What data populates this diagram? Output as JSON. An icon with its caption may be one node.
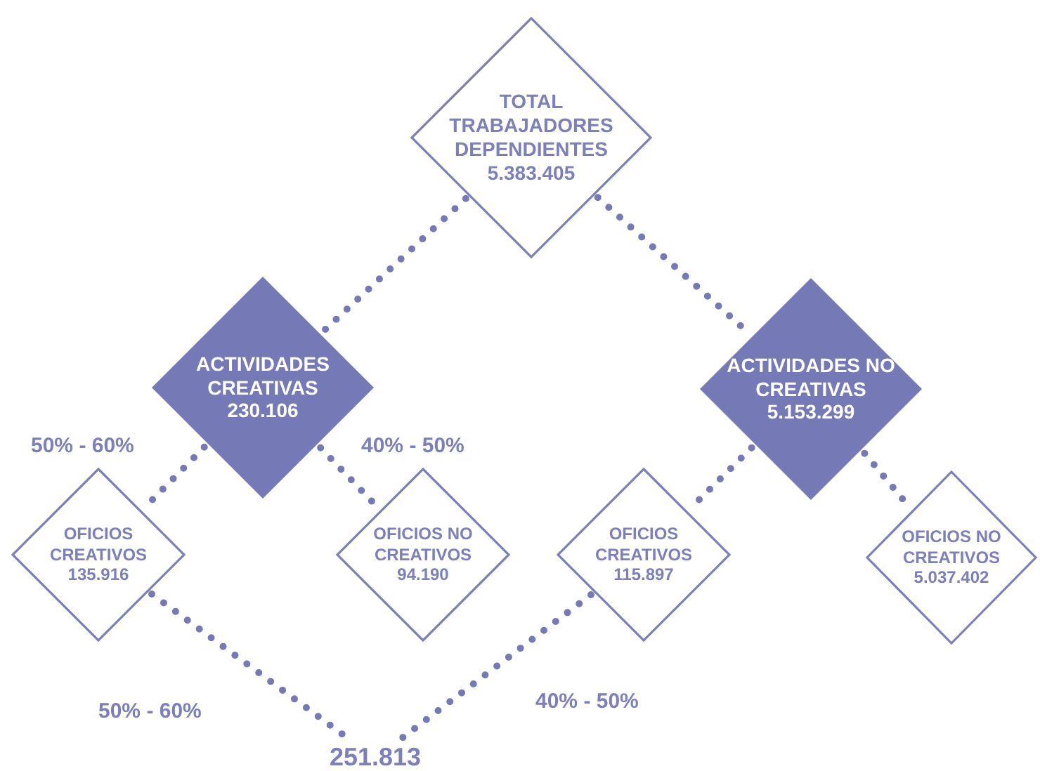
{
  "diagram": {
    "nodes": [
      {
        "text": [
          "TOTAL TRABAJADORES DEPENDIENTES",
          "5.383.405"
        ]
      },
      {
        "text": [
          "ACTIVIDADES CREATIVAS",
          "230.106"
        ]
      },
      {
        "text": [
          "ACTIVIDADES NO CREATIVAS",
          "5.153.299"
        ]
      },
      {
        "text": [
          "OFICIOS CREATIVOS",
          "135.916"
        ]
      },
      {
        "text": [
          "OFICIOS NO CREATIVOS",
          "94.190"
        ]
      },
      {
        "text": [
          "OFICIOS CREATIVOS",
          "115.897"
        ]
      },
      {
        "text": [
          "OFICIOS NO CREATIVOS",
          "5.037.402"
        ]
      },
      {
        "text": [
          "251.813"
        ]
      }
    ],
    "edges": [
      {
        "from": 0,
        "to": 1,
        "arrow": "none"
      },
      {
        "from": 0,
        "to": 2,
        "arrow": "none"
      },
      {
        "from": 1,
        "to": 3,
        "arrow": "none"
      },
      {
        "from": 1,
        "to": 4,
        "arrow": "none"
      },
      {
        "from": 2,
        "to": 5,
        "arrow": "none"
      },
      {
        "from": 2,
        "to": 6,
        "arrow": "none"
      },
      {
        "from": 3,
        "to": 7,
        "arrow": "none"
      },
      {
        "from": 5,
        "to": 7,
        "arrow": "none"
      }
    ],
    "labels": [
      "50% - 60%",
      "40% - 50%",
      "50% - 60%",
      "40% - 50%"
    ]
  }
}
